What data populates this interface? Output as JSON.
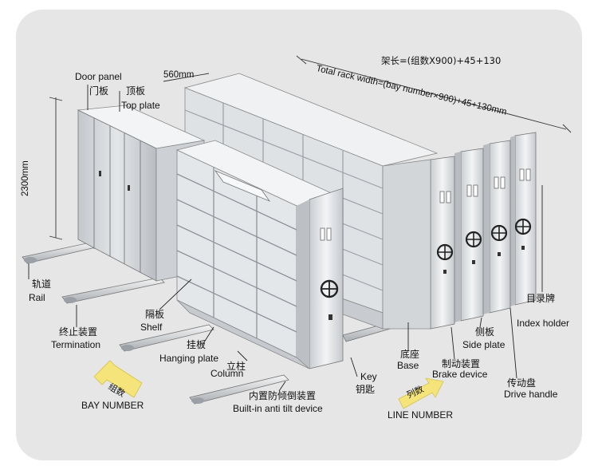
{
  "dimensions": {
    "rack_length_cn": "架长=(组数X900)+45+130",
    "rack_width_en": "Total rack width=(bay number×900)+45+130mm",
    "depth": "560mm",
    "height": "2300mm"
  },
  "labels": {
    "door_panel": "Door panel",
    "door_panel_cn": "门板",
    "top_plate_cn": "顶板",
    "top_plate": "Top plate",
    "rail_cn": "轨道",
    "rail": "Rail",
    "termination_cn": "终止装置",
    "termination": "Termination",
    "shelf_cn": "隔板",
    "shelf": "Shelf",
    "hanging_plate_cn": "挂板",
    "hanging_plate": "Hanging plate",
    "column_cn": "立柱",
    "column": "Column",
    "anti_tilt_cn": "内置防倾倒装置",
    "anti_tilt": "Built-in anti tilt device",
    "key": "Key",
    "key_cn": "钥匙",
    "base_cn": "底座",
    "base": "Base",
    "brake_cn": "制动装置",
    "brake": "Brake device",
    "side_plate_cn": "侧板",
    "side_plate": "Side plate",
    "drive_cn": "传动盘",
    "drive": "Drive handle",
    "index_cn": "目录牌",
    "index": "Index holder"
  },
  "arrows": {
    "bay_cn": "组数",
    "bay": "BAY NUMBER",
    "line_cn": "列数",
    "line": "LINE NUMBER"
  },
  "colors": {
    "frame_bg": "#e6e6e6",
    "metal_light": "#f4f5f6",
    "metal_mid": "#d7dadd",
    "metal_dark": "#aeb3b8",
    "arrow": "#f4e47a",
    "line": "#222222"
  }
}
